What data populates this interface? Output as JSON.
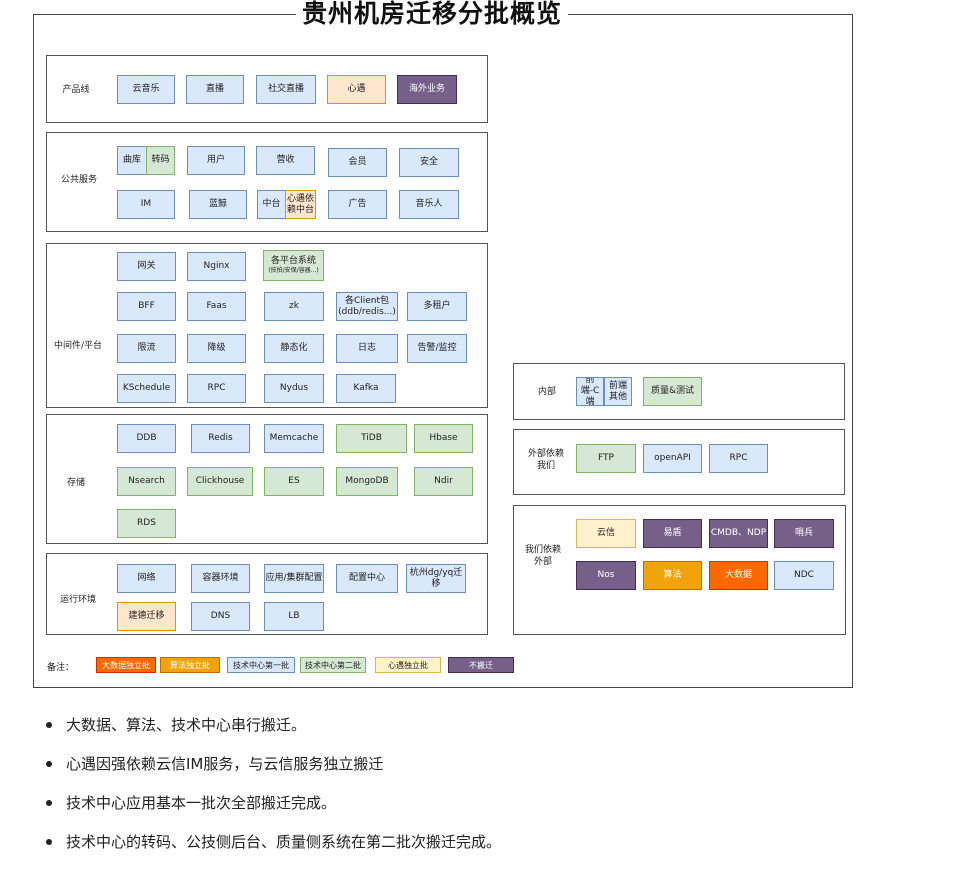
{
  "title": "贵州机房迁移分批概览",
  "groups": {
    "product": {
      "label": "产品线",
      "items": [
        "云音乐",
        "直播",
        "社交直播",
        "心遇",
        "海外业务"
      ]
    },
    "public": {
      "label": "公共服务",
      "items": [
        "曲库",
        "转码",
        "用户",
        "营收",
        "会员",
        "安全",
        "IM",
        "蓝鲸",
        "中台",
        "心遇依赖中台",
        "广告",
        "音乐人"
      ]
    },
    "middleware": {
      "label": "中间件/平台",
      "items": [
        "网关",
        "Nginx",
        "各平台系统",
        "(技拍/安保/容器...)",
        "BFF",
        "Faas",
        "zk",
        "各Client包(ddb/redis...)",
        "多租户",
        "限流",
        "降级",
        "静态化",
        "日志",
        "告警/监控",
        "KSchedule",
        "RPC",
        "Nydus",
        "Kafka"
      ]
    },
    "storage": {
      "label": "存储",
      "items": [
        "DDB",
        "Redis",
        "Memcache",
        "TiDB",
        "Hbase",
        "Nsearch",
        "Clickhouse",
        "ES",
        "MongoDB",
        "Ndir",
        "RDS"
      ]
    },
    "runtime": {
      "label": "运行环境",
      "items": [
        "网络",
        "容器环境",
        "应用/集群配置",
        "配置中心",
        "杭州dg/yq迁移",
        "建德迁移",
        "DNS",
        "LB"
      ]
    },
    "internal": {
      "label": "内部",
      "items": [
        "前端-C端",
        "前端其他",
        "质量&测试"
      ]
    },
    "external_dep_us": {
      "label": "外部依赖我们",
      "items": [
        "FTP",
        "openAPI",
        "RPC"
      ]
    },
    "we_dep_external": {
      "label": "我们依赖外部",
      "items": [
        "云信",
        "易盾",
        "CMDB、NDP",
        "哨兵",
        "Nos",
        "算法",
        "大数据",
        "NDC"
      ]
    }
  },
  "legend": {
    "label": "备注：",
    "items": [
      "大数据独立批",
      "算法独立批",
      "技术中心第一批",
      "技术中心第二批",
      "心遇独立批",
      "不搬迁"
    ]
  },
  "notes": [
    "大数据、算法、技术中心串行搬迁。",
    "心遇因强依赖云信IM服务，与云信服务独立搬迁",
    "技术中心应用基本一批次全部搬迁完成。",
    "技术中心的转码、公技侧后台、质量侧系统在第二批次搬迁完成。"
  ],
  "colors": {
    "tech_batch_1": "#dae8fc",
    "tech_batch_2": "#d5e8d4",
    "xinyu_batch": "#fff2cc",
    "no_move": "#76608a",
    "algorithm_batch": "#f0a30a",
    "bigdata_batch": "#fa6800"
  }
}
